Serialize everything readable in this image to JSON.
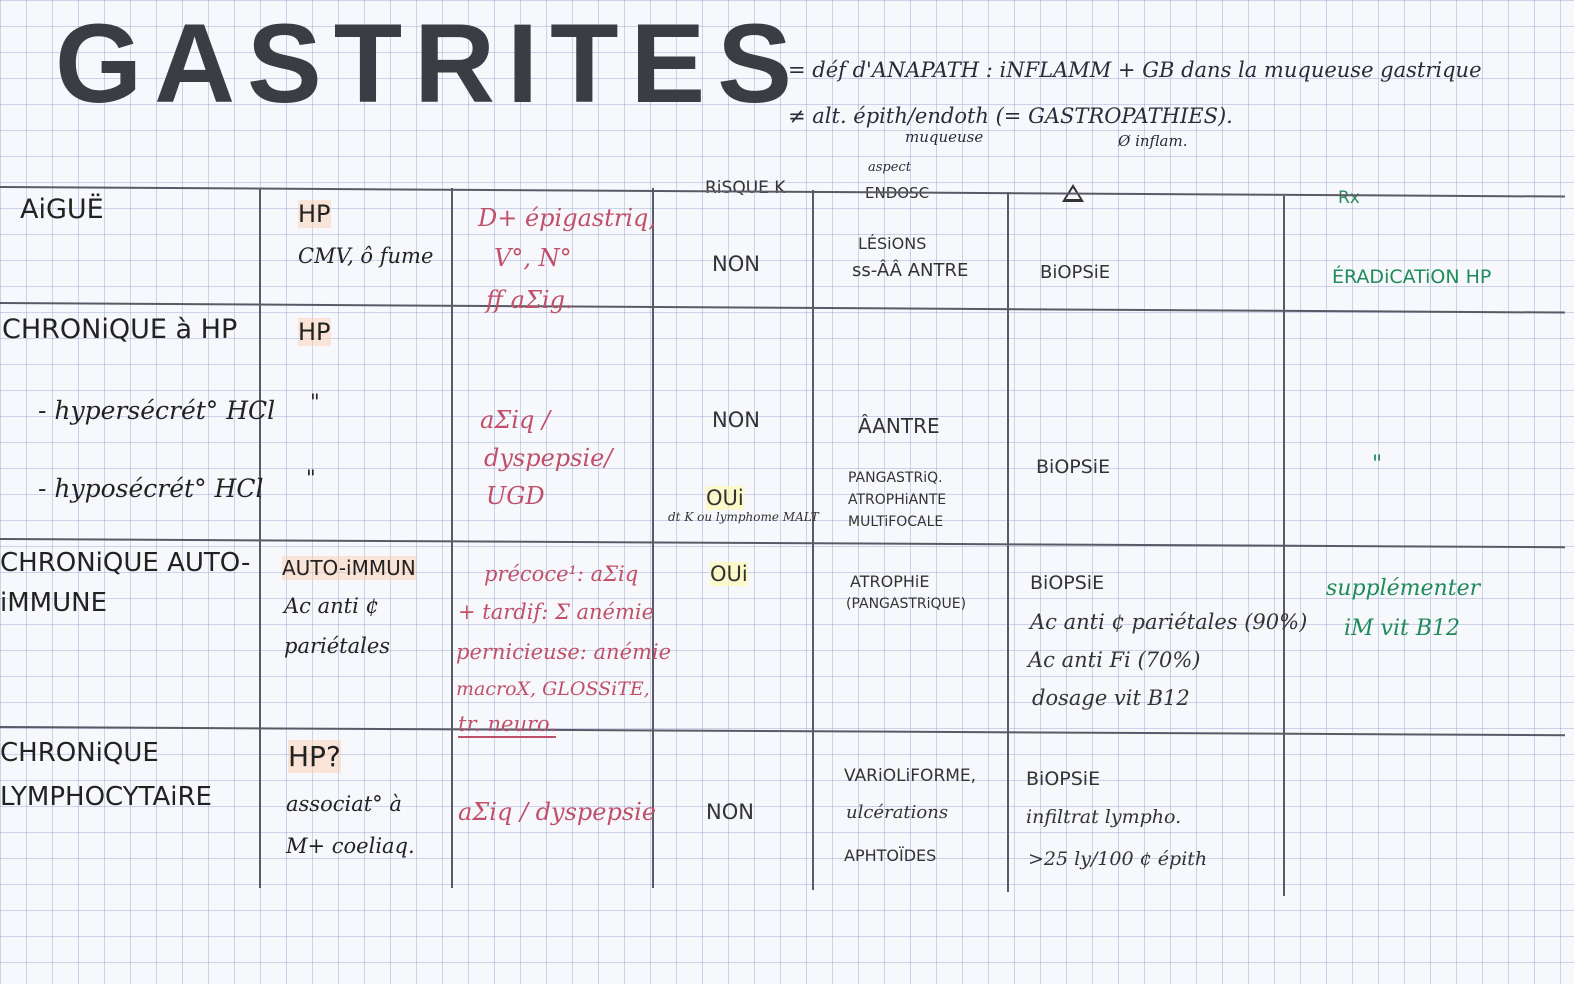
{
  "title": "GASTRITES",
  "definition": {
    "line1": "= déf d'ANAPATH : iNFLAMM + GB dans la muqueuse gastrique",
    "line2": "≠ alt. épith/endoth (= GASTROPATHIES).",
    "sub1": "muqueuse",
    "sub2": "Ø inflam."
  },
  "headers": {
    "risk": "RiSQUE K",
    "endo_small": "aspect",
    "endo": "ENDOSC",
    "tx": "Rx"
  },
  "rows": {
    "aigue": {
      "label": "AiGUË",
      "cause1": "HP",
      "cause2": "CMV, ô fume",
      "symptoms": [
        "D+ épigastriq,",
        "V°, N°",
        "ff aΣig."
      ],
      "risk": "NON",
      "endo1": "LÉSiONS",
      "endo2": "ss-ÂÂ ANTRE",
      "diag": "BiOPSiE",
      "tx": "ÉRADiCATiON HP"
    },
    "chronique_hp": {
      "label": "CHRONiQUE à HP",
      "cause": "HP",
      "sub1": "- hypersécrét° HCl",
      "sub2": "- hyposécrét° HCl",
      "ditto1": "\"",
      "ditto2": "\"",
      "symptoms": [
        "aΣiq /",
        "dyspepsie/",
        "UGD"
      ],
      "risk1": "NON",
      "risk2": "OUi",
      "risk2_note": "dt K ou lymphome MALT",
      "endo1": "ÂANTRE",
      "endo2": [
        "PANGASTRiQ.",
        "ATROPHiANTE",
        "MULTiFOCALE"
      ],
      "diag": "BiOPSiE",
      "tx": "\""
    },
    "auto_immune": {
      "label": [
        "CHRONiQUE AUTO-",
        "iMMUNE"
      ],
      "cause": [
        "AUTO-iMMUN",
        "Ac anti ¢",
        "pariétales"
      ],
      "symptoms": [
        "précoce¹: aΣiq",
        "+ tardif: Σ anémie",
        "pernicieuse: anémie",
        "macroX, GLOSSiTE,",
        "tr. neuro."
      ],
      "risk": "OUi",
      "endo": [
        "ATROPHiE",
        "(PANGASTRiQUE)"
      ],
      "diag": [
        "BiOPSiE",
        "Ac anti ¢ pariétales (90%)",
        "Ac anti Fi (70%)",
        "dosage vit B12"
      ],
      "tx": [
        "supplémenter",
        "iM vit B12"
      ]
    },
    "lympho": {
      "label": [
        "CHRONiQUE",
        "LYMPHOCYTAiRE"
      ],
      "cause": [
        "HP?",
        "associat° à",
        "M+ coeliaq."
      ],
      "symptoms": "aΣiq / dyspepsie",
      "risk": "NON",
      "endo": [
        "VARiOLiFORME,",
        "ulcérations",
        "APHTOÏDES"
      ],
      "diag": [
        "BiOPSiE",
        "infiltrat lympho.",
        ">25 ly/100 ¢ épith"
      ]
    }
  }
}
